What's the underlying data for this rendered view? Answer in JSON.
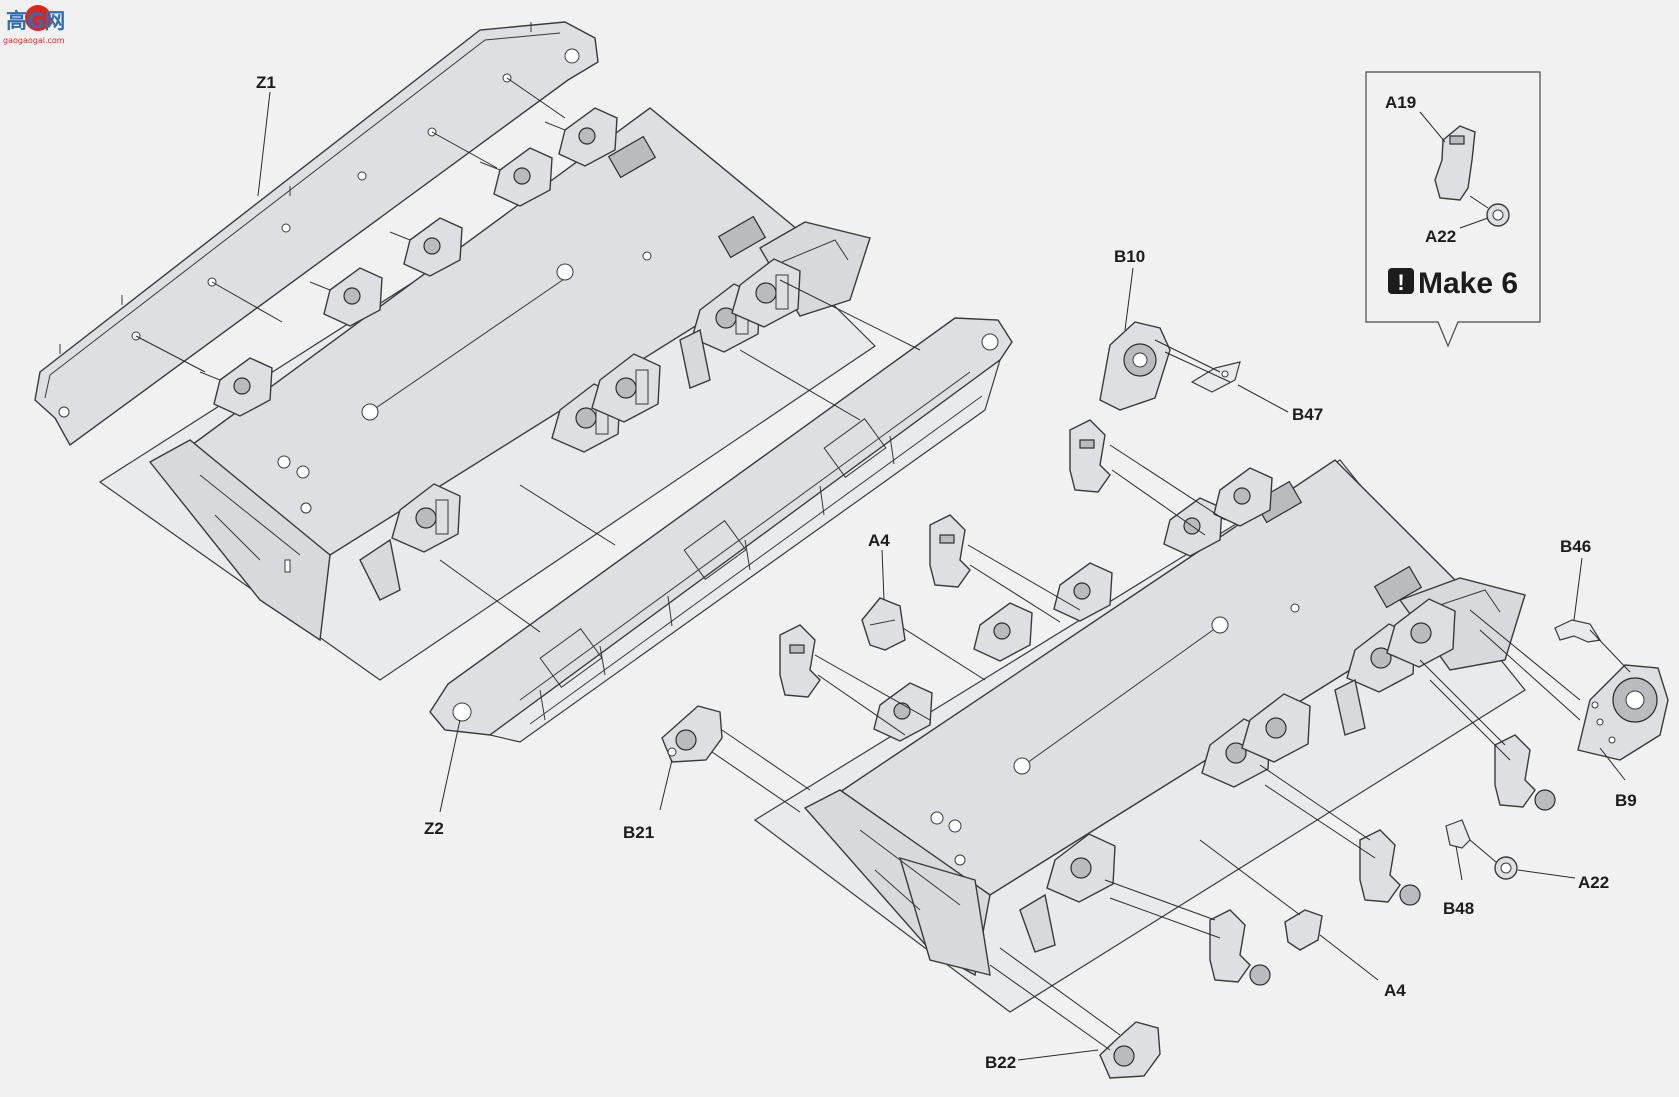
{
  "watermark": {
    "text": "高G网",
    "subtext": "gaogaogai.com"
  },
  "labels": {
    "Z1": "Z1",
    "Z2": "Z2",
    "B10": "B10",
    "B47": "B47",
    "A4_top": "A4",
    "A4_bottom": "A4",
    "B21": "B21",
    "B22": "B22",
    "B46": "B46",
    "B9": "B9",
    "A22_right": "A22",
    "B48": "B48"
  },
  "callout": {
    "part_a": "A19",
    "part_b": "A22",
    "note_icon": "!",
    "note": "Make 6"
  },
  "colors": {
    "background": "#f1f1f2",
    "part_fill": "#dedfe2",
    "line": "#2a2a2a",
    "watermark_red": "#d8281c",
    "watermark_blue": "#2f6db4"
  }
}
